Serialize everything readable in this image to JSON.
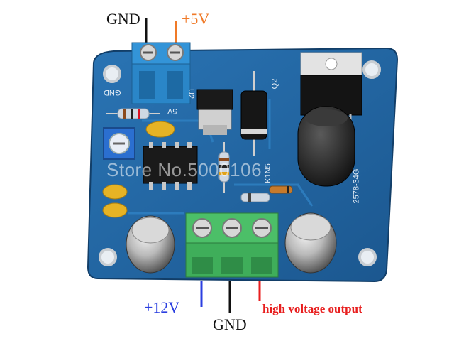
{
  "labels": {
    "gnd_top": "GND",
    "plus5v": "+5V",
    "plus12v": "+12V",
    "gnd_bottom": "GND",
    "high_voltage_output": "high voltage output"
  },
  "watermark": "Store No.5000106",
  "silkscreen": {
    "gnd": "GND",
    "five_v": "5V",
    "q2": "Q2",
    "u2": "U2",
    "board_code": "2578-34G",
    "part_code": "K1N5"
  },
  "colors": {
    "board": "#1e5f9a",
    "terminal_blue": "#2a86c8",
    "terminal_green": "#3fae5a",
    "capacitor_yellow": "#e6b325",
    "wire_black": "#111111",
    "wire_orange": "#f07a28",
    "wire_blue": "#2b3fe0",
    "wire_red": "#e81e1e"
  }
}
